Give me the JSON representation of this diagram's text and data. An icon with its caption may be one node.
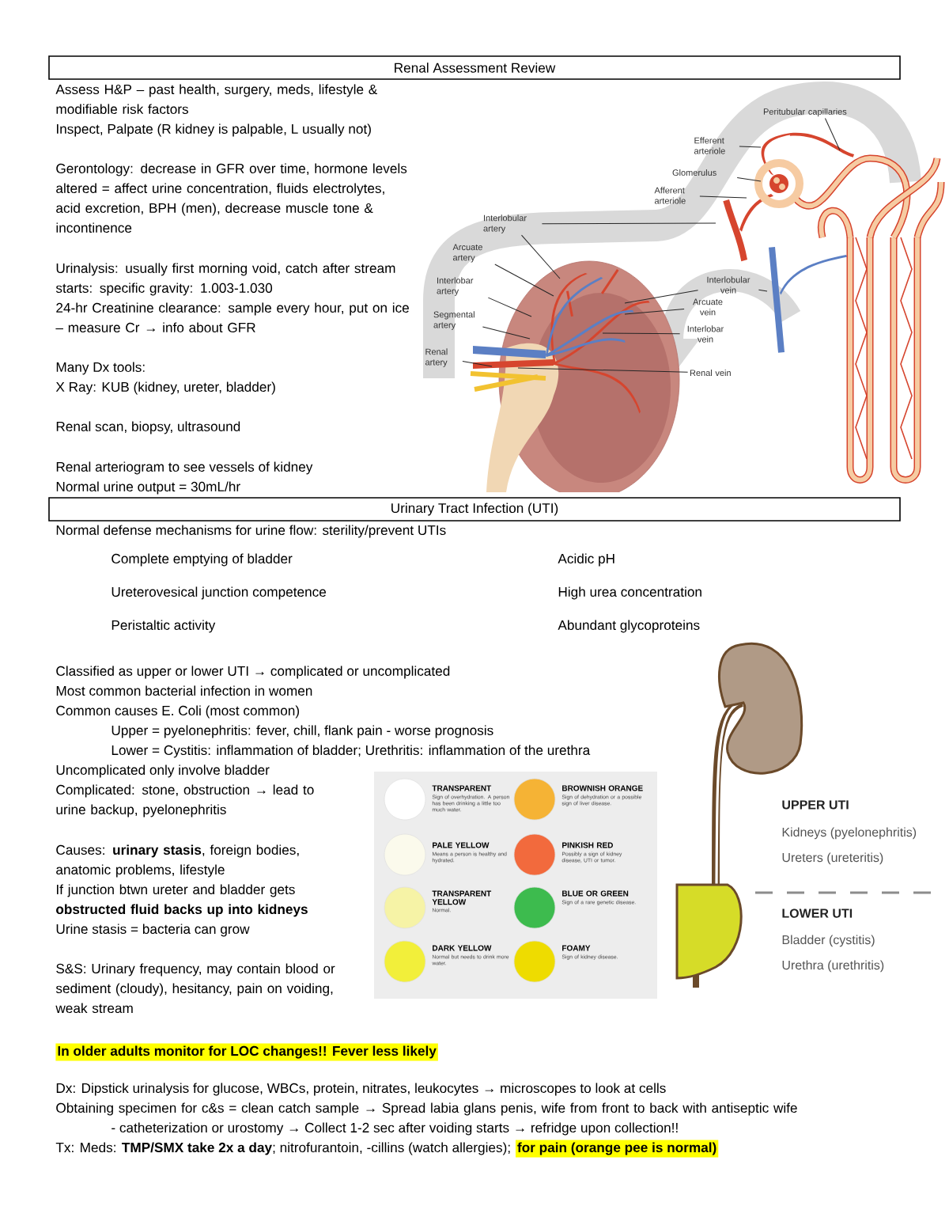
{
  "diagram": {
    "nodes": [
      {
        "text": [
          "Renal Assessment Review"
        ]
      },
      {
        "text": [
          "Peritubular capillaries"
        ]
      },
      {
        "text": [
          "Efferent arteriole"
        ]
      },
      {
        "text": [
          "Glomerulus"
        ]
      },
      {
        "text": [
          "Afferent arteriole"
        ]
      },
      {
        "text": [
          "Interlobular artery"
        ]
      },
      {
        "text": [
          "Arcuate artery"
        ]
      },
      {
        "text": [
          "Interlobular vein"
        ]
      },
      {
        "text": [
          "Interlobar artery"
        ]
      },
      {
        "text": [
          "Arcuate vein"
        ]
      },
      {
        "text": [
          "Segmental artery"
        ]
      },
      {
        "text": [
          "Interlobar vein"
        ]
      },
      {
        "text": [
          "Renal artery"
        ]
      },
      {
        "text": [
          "Renal vein"
        ]
      },
      {
        "text": [
          "Urinary Tract Infection (UTI)"
        ]
      }
    ],
    "edges": [
      {
        "from": 1,
        "to": null,
        "arrow": "none"
      },
      {
        "from": 2,
        "to": null,
        "arrow": "none"
      },
      {
        "from": 3,
        "to": null,
        "arrow": "none"
      },
      {
        "from": 4,
        "to": null,
        "arrow": "none"
      },
      {
        "from": 5,
        "to": null,
        "arrow": "none"
      },
      {
        "from": 5,
        "to": null,
        "arrow": "none"
      },
      {
        "from": 6,
        "to": null,
        "arrow": "none"
      },
      {
        "from": 7,
        "to": null,
        "arrow": "none"
      },
      {
        "from": 7,
        "to": null,
        "arrow": "none"
      },
      {
        "from": 8,
        "to": null,
        "arrow": "none"
      },
      {
        "from": 9,
        "to": null,
        "arrow": "none"
      },
      {
        "from": 10,
        "to": null,
        "arrow": "none"
      },
      {
        "from": 11,
        "to": null,
        "arrow": "none"
      },
      {
        "from": 12,
        "to": null,
        "arrow": "none"
      },
      {
        "from": 13,
        "to": null,
        "arrow": "none"
      }
    ],
    "labels": [
      "Assess H&P – past health, surgery, meds, lifestyle & modifiable risk factors",
      "Inspect, Palpate (R kidney is palpable, L usually not)",
      "Gerontology: decrease in GFR over time, hormone levels altered = affect urine concentration, fluids electrolytes, acid excretion, BPH (men), decrease muscle tone & incontinence",
      "Urinalysis: usually first morning void, catch after stream starts: specific gravity: 1.003-1.030",
      "24-hr Creatinine clearance: sample every hour, put on ice – measure Cr → info about GFR",
      "Many Dx tools:",
      "X Ray: KUB (kidney, ureter, bladder)",
      "Renal scan, biopsy, ultrasound",
      "Renal arteriogram to see vessels of kidney",
      "Normal urine output = 30mL/hr",
      "Normal defense mechanisms for urine flow: sterility/prevent UTIs",
      "Complete emptying of bladder",
      "Acidic pH",
      "Ureterovesical junction competence",
      "High urea concentration",
      "Peristaltic activity",
      "Abundant glycoproteins",
      "Classified as upper or lower UTI → complicated or uncomplicated",
      "Most common bacterial infection in women",
      "Common causes E. Coli (most common)",
      "Upper = pyelonephritis: fever, chill, flank pain - worse prognosis",
      "Lower = Cystitis: inflammation of bladder; Urethritis: inflammation of the urethra",
      "Uncomplicated only involve bladder",
      "Complicated: stone, obstruction → lead to urine backup, pyelonephritis",
      "Causes: **urinary stasis**, foreign bodies, anatomic problems, lifestyle",
      "If junction btwn ureter and bladder gets **obstructed fluid backs up into kidneys**",
      "Urine stasis = bacteria can grow",
      "S&S: Urinary frequency, may contain blood or sediment (cloudy), hesitancy, pain on voiding, weak stream",
      "TRANSPARENT",
      "Sign of overhydration. A person has been drinking a little too much water.",
      "BROWNISH ORANGE",
      "Sign of dehydration or a possible sign of liver disease.",
      "PALE YELLOW",
      "Means a person is healthy and hydrated.",
      "PINKISH RED",
      "Possibly a sign of kidney disease, UTI or tumor.",
      "TRANSPARENT YELLOW",
      "Normal.",
      "BLUE OR GREEN",
      "Sign of a rare genetic disease.",
      "DARK YELLOW",
      "Normal but needs to drink more water.",
      "FOAMY",
      "Sign of kidney disease.",
      "UPPER UTI",
      "Kidneys (pyelonephritis)",
      "Ureters (ureteritis)",
      "LOWER UTI",
      "Bladder (cystitis)",
      "Urethra (urethritis)",
      "In older adults monitor for LOC changes!! Fever less likely",
      "Dx: Dipstick urinalysis for glucose, WBCs, protein, nitrates, leukocytes → microscopes to look at cells",
      "Obtaining specimen for c&s = clean catch sample → Spread labia glans penis, wife from front to back with antiseptic wife",
      "- catheterization or urostomy → Collect 1-2 sec after voiding starts → refridge upon collection!!",
      "Tx: Meds: **TMP/SMX take 2x a day**; nitrofurantoin, -cillins (watch allergies);",
      "for pain (orange pee is normal)"
    ]
  }
}
